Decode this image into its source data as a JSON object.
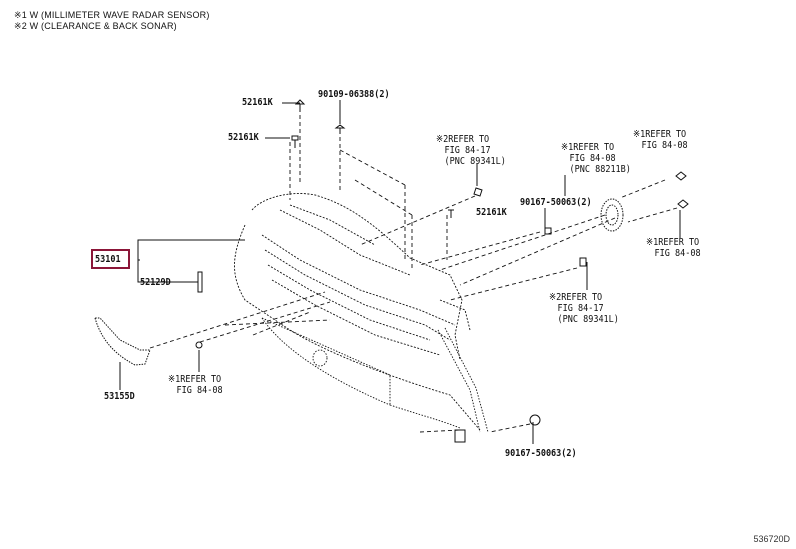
{
  "notes": [
    "※1 W (MILLIMETER WAVE RADAR SENSOR)",
    "※2 W (CLEARANCE & BACK SONAR)"
  ],
  "highlight_color": "#8b1538",
  "parts": {
    "main_grille": "53101",
    "bracket_a": "52161K",
    "bracket_b": "52161K",
    "bracket_c": "52161K",
    "screw_top": "90109-06388(2)",
    "screw_right": "90167-50063(2)",
    "screw_bottom": "90167-50063(2)",
    "clip": "52129D",
    "molding": "53155D"
  },
  "refs": {
    "sonar_top": {
      "line1": "※2REFER TO",
      "line2": "FIG 84-17",
      "line3": "(PNC 89341L)"
    },
    "radar_mid": {
      "line1": "※1REFER TO",
      "line2": "FIG 84-08",
      "line3": "(PNC 88211B)"
    },
    "radar_topright": {
      "line1": "※1REFER TO",
      "line2": "FIG 84-08"
    },
    "radar_right": {
      "line1": "※1REFER TO",
      "line2": "FIG 84-08"
    },
    "sonar_lower": {
      "line1": "※2REFER TO",
      "line2": "FIG 84-17",
      "line3": "(PNC 89341L)"
    },
    "radar_left": {
      "line1": "※1REFER TO",
      "line2": "FIG 84-08"
    }
  },
  "diagram_code": "536720D"
}
